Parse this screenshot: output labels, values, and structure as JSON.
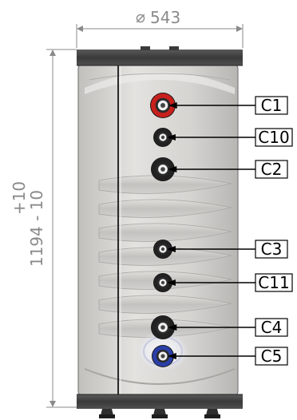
{
  "dimensions": {
    "diameter": "543",
    "diameter_symbol": "⌀",
    "height": "1194",
    "tolerance_upper": "+10",
    "tolerance_lower": "- 10"
  },
  "connections": [
    {
      "label": "C1",
      "ring_color": "#c8201c"
    },
    {
      "label": "C10",
      "ring_color": "#222222"
    },
    {
      "label": "C2",
      "ring_color": "#222222"
    },
    {
      "label": "C3",
      "ring_color": "#222222"
    },
    {
      "label": "C11",
      "ring_color": "#222222"
    },
    {
      "label": "C4",
      "ring_color": "#222222"
    },
    {
      "label": "C5",
      "ring_color": "#2a3fa8"
    }
  ],
  "colors": {
    "shell": "#d4d2cf",
    "cap": "#4a4a4a",
    "coil": "#c9c7c4",
    "dimension_line": "#8a8a8a"
  }
}
